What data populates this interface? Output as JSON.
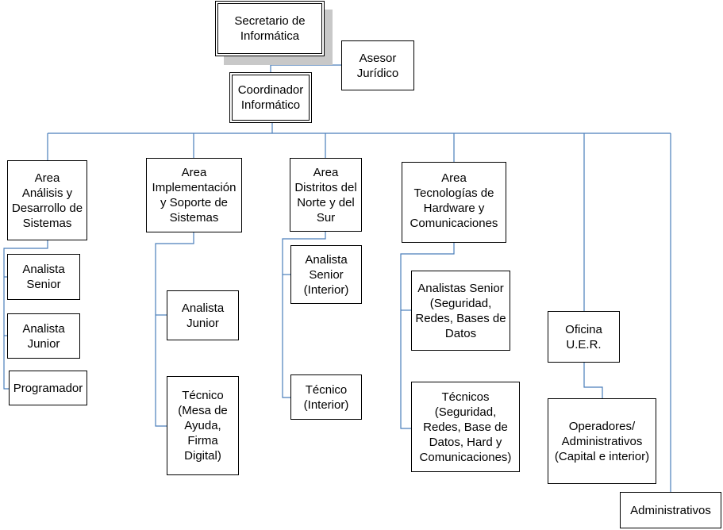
{
  "colors": {
    "line": "#4a7ebb",
    "border": "#000000",
    "shadow": "#c8c8c8",
    "background": "#ffffff"
  },
  "nodes": {
    "secretario": "Secretario de\nInformática",
    "asesor": "Asesor\nJurídico",
    "coordinador": "Coordinador\nInformático",
    "area_analisis": "Area\nAnálisis y\nDesarrollo de\nSistemas",
    "analista_senior_1": "Analista\nSenior",
    "analista_junior_1": "Analista\nJunior",
    "programador": "Programador",
    "area_implementacion": "Area\nImplementación\ny Soporte de\nSistemas",
    "analista_junior_2": "Analista\nJunior",
    "tecnico_mesa": "Técnico\n(Mesa de\nAyuda,\nFirma\nDigital)",
    "area_distritos": "Area\nDistritos del\nNorte y del\nSur",
    "analista_senior_interior": "Analista\nSenior\n(Interior)",
    "tecnico_interior": "Técnico\n(Interior)",
    "area_tecnologias": "Area\nTecnologías  de\nHardware y\nComunicaciones",
    "analistas_senior_seg": "Analistas Senior\n(Seguridad,\nRedes, Bases de\nDatos",
    "tecnicos_seg": "Técnicos\n(Seguridad,\nRedes, Base de\nDatos, Hard y\nComunicaciones)",
    "oficina_uer": "Oficina\nU.E.R.",
    "operadores": "Operadores/\nAdministrativos\n(Capital e interior)",
    "administrativos": "Administrativos"
  }
}
